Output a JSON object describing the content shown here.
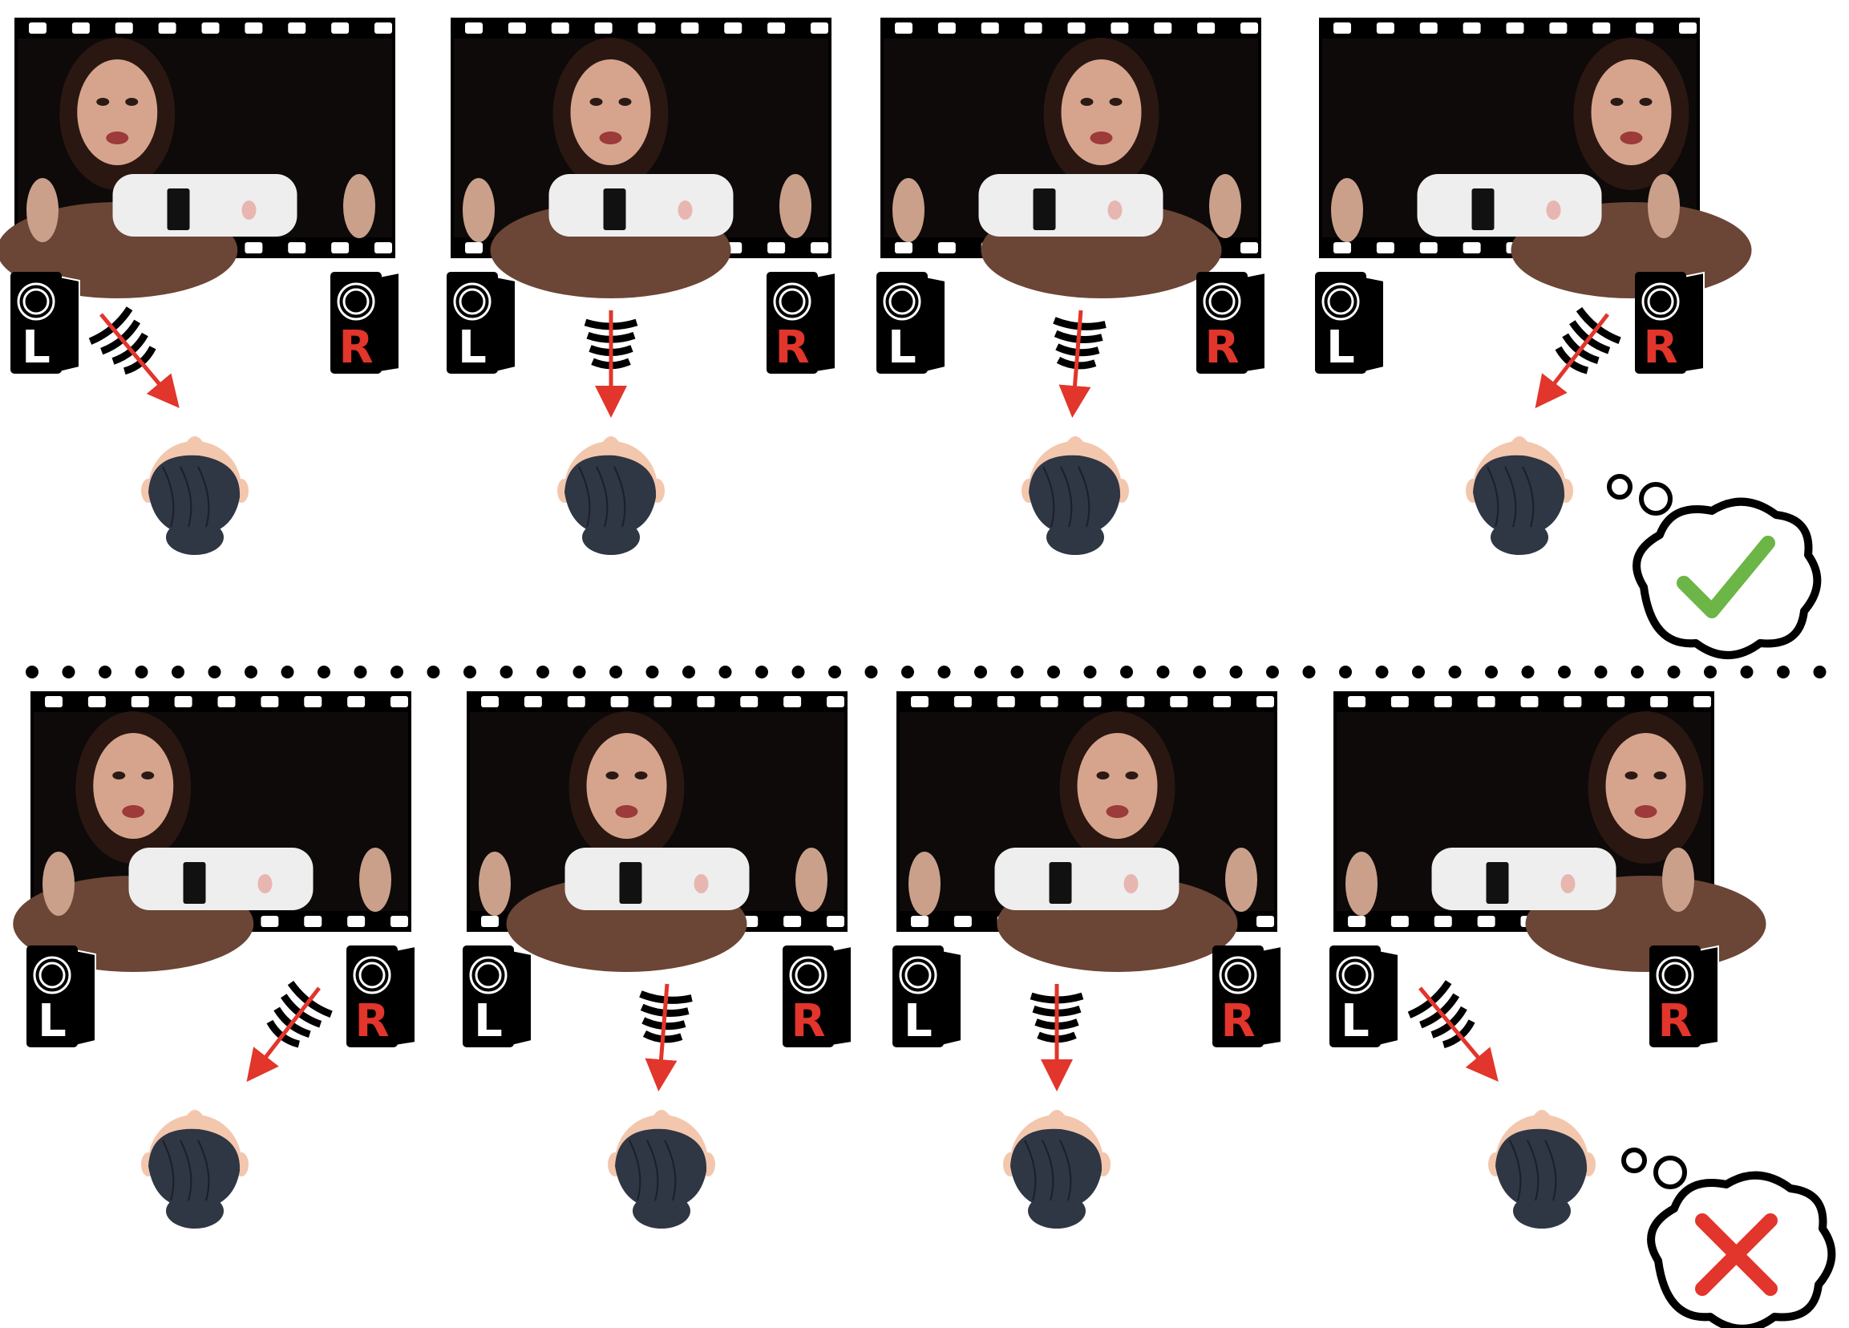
{
  "speaker_labels": {
    "left": "L",
    "right": "R"
  },
  "colors": {
    "film": "#000000",
    "sprocket": "#ffffff",
    "arrow": "#e2352b",
    "right_label": "#e2352b",
    "left_label": "#ffffff",
    "hair": "#2f3644",
    "skin": "#f3c7ad",
    "check": "#6cb547",
    "cross": "#e2352b"
  },
  "rows": [
    {
      "outcome": "correct",
      "outcome_icon": "checkmark-icon",
      "panels": [
        {
          "sound_direction": "from-left",
          "face_position": "left"
        },
        {
          "sound_direction": "center-left",
          "face_position": "center-left"
        },
        {
          "sound_direction": "center-right",
          "face_position": "center-right"
        },
        {
          "sound_direction": "from-right",
          "face_position": "right"
        }
      ]
    },
    {
      "outcome": "incorrect",
      "outcome_icon": "cross-icon",
      "panels": [
        {
          "sound_direction": "from-right",
          "face_position": "left"
        },
        {
          "sound_direction": "center-right",
          "face_position": "center-left"
        },
        {
          "sound_direction": "center-left",
          "face_position": "center-right"
        },
        {
          "sound_direction": "from-left",
          "face_position": "right"
        }
      ]
    }
  ]
}
